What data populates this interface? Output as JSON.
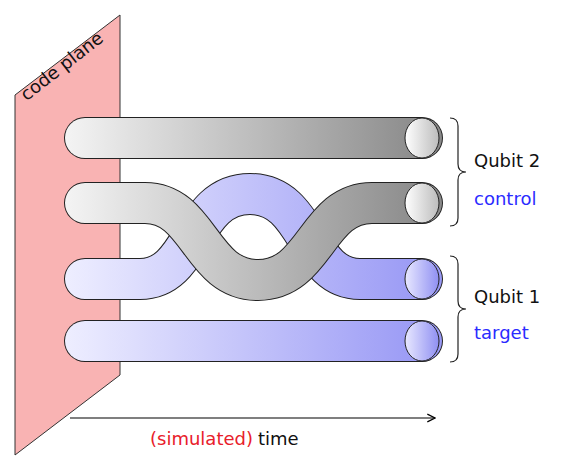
{
  "diagram": {
    "labels": [
      "code plane",
      "Qubit 2",
      "control",
      "Qubit 1",
      "target",
      "(simulated)",
      "time"
    ]
  }
}
